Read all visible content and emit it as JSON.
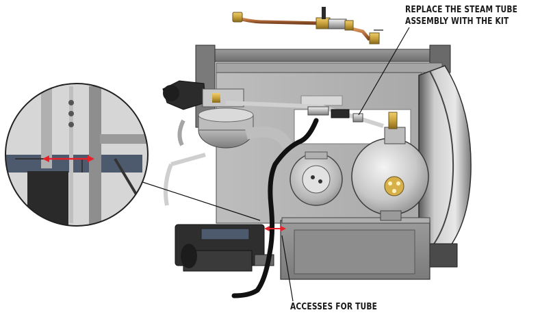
{
  "callouts": {
    "steam_tube_line1": "REPLACE THE STEAM TUBE",
    "steam_tube_line2": "ASSEMBLY WITH THE KIT",
    "tube_access": "ACCESSES FOR TUBE"
  },
  "colors": {
    "measure_arrow": "#e8202a",
    "copper_tube": "#b06a3a",
    "brass_fitting": "#c9a23c",
    "black_hose": "#111111",
    "frame_grey": "#8c8c8c"
  }
}
